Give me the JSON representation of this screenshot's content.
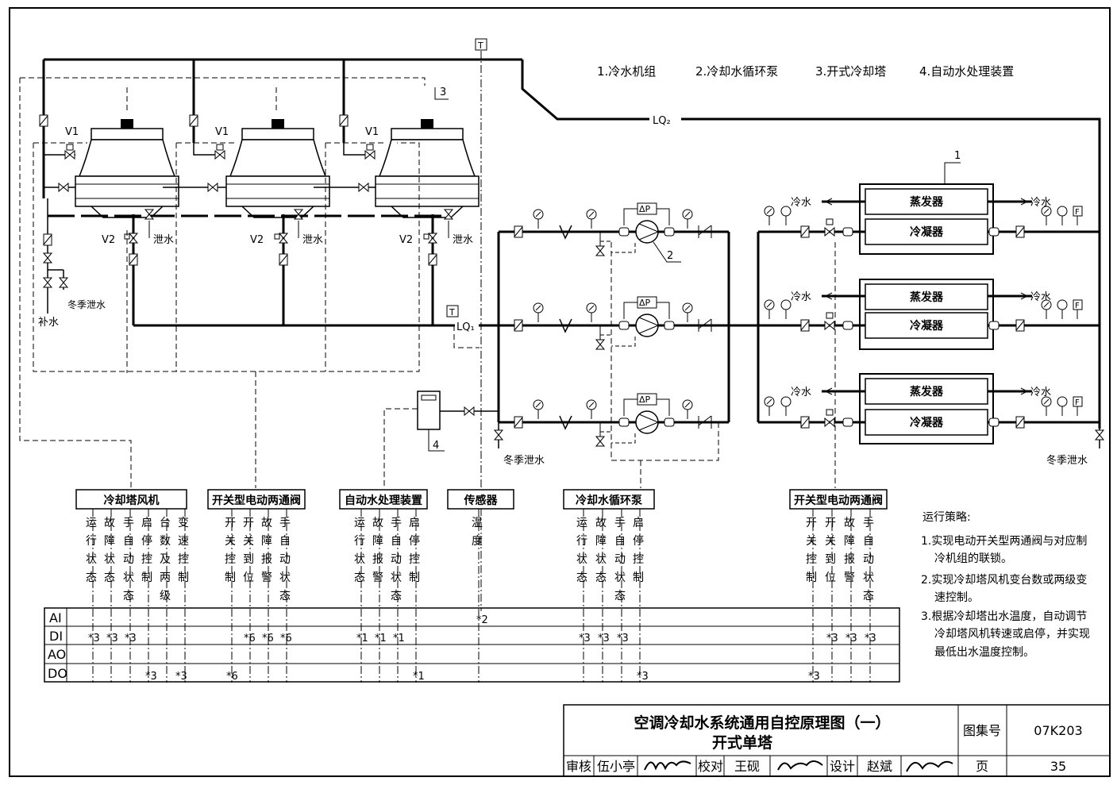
{
  "legend": [
    "1.冷水机组",
    "2.冷却水循环泵",
    "3.开式冷却塔",
    "4.自动水处理装置"
  ],
  "pipes": {
    "lq1": "LQ₁",
    "lq2": "LQ₂"
  },
  "tags": {
    "v1": "V1",
    "v2": "V2",
    "drain": "泄水",
    "winter_drain": "冬季泄水",
    "makeup": "补水",
    "cold_water": "冷水",
    "dp": "ΔP",
    "temp_sensor": "T",
    "gauge": "F"
  },
  "callouts": [
    "1",
    "2",
    "3",
    "4"
  ],
  "chiller": {
    "evaporator": "蒸发器",
    "condenser": "冷凝器"
  },
  "control_groups": [
    {
      "title": "冷却塔风机",
      "signals": [
        "运行状态",
        "故障状态",
        "手自动状态",
        "启停控制",
        "台数及两级",
        "变速控制"
      ]
    },
    {
      "title": "开关型电动两通阀",
      "signals": [
        "开关控制",
        "开关到位",
        "故障报警",
        "手自动状态"
      ]
    },
    {
      "title": "自动水处理装置",
      "signals": [
        "运行状态",
        "故障报警",
        "手自动状态",
        "启停控制"
      ]
    },
    {
      "title": "传感器",
      "signals": [
        "温度"
      ]
    },
    {
      "title": "冷却水循环泵",
      "signals": [
        "运行状态",
        "故障状态",
        "手自动状态",
        "启停控制"
      ]
    },
    {
      "title": "开关型电动两通阀",
      "signals": [
        "开关控制",
        "开关到位",
        "故障报警",
        "手自动状态"
      ]
    }
  ],
  "io_rows": [
    "AI",
    "DI",
    "AO",
    "DO"
  ],
  "io_counts": {
    "ai": [
      "*2"
    ],
    "di": [
      "*3",
      "*3",
      "*3",
      "*6",
      "*6",
      "*6",
      "*1",
      "*1",
      "*1",
      "*3",
      "*3",
      "*3",
      "*3",
      "*3",
      "*3"
    ],
    "do": [
      "*3",
      "*3",
      "*6",
      "*1",
      "*3",
      "*3"
    ]
  },
  "strategy": {
    "title": "运行策略:",
    "lines": [
      "1.实现电动开关型两通阀与对应制",
      "冷机组的联锁。",
      "2.实现冷却塔风机变台数或两级变",
      "速控制。",
      "3.根据冷却塔出水温度，自动调节",
      "冷却塔风机转速或启停，并实现",
      "最低出水温度控制。"
    ]
  },
  "title_block": {
    "title": "空调冷却水系统通用自控原理图（一）",
    "subtitle": "开式单塔",
    "atlas_label": "图集号",
    "atlas_no": "07K203",
    "review_label": "审核",
    "reviewer": "伍小亭",
    "check_label": "校对",
    "checker": "王砚",
    "design_label": "设计",
    "designer": "赵斌",
    "page_label": "页",
    "page_no": "35"
  }
}
